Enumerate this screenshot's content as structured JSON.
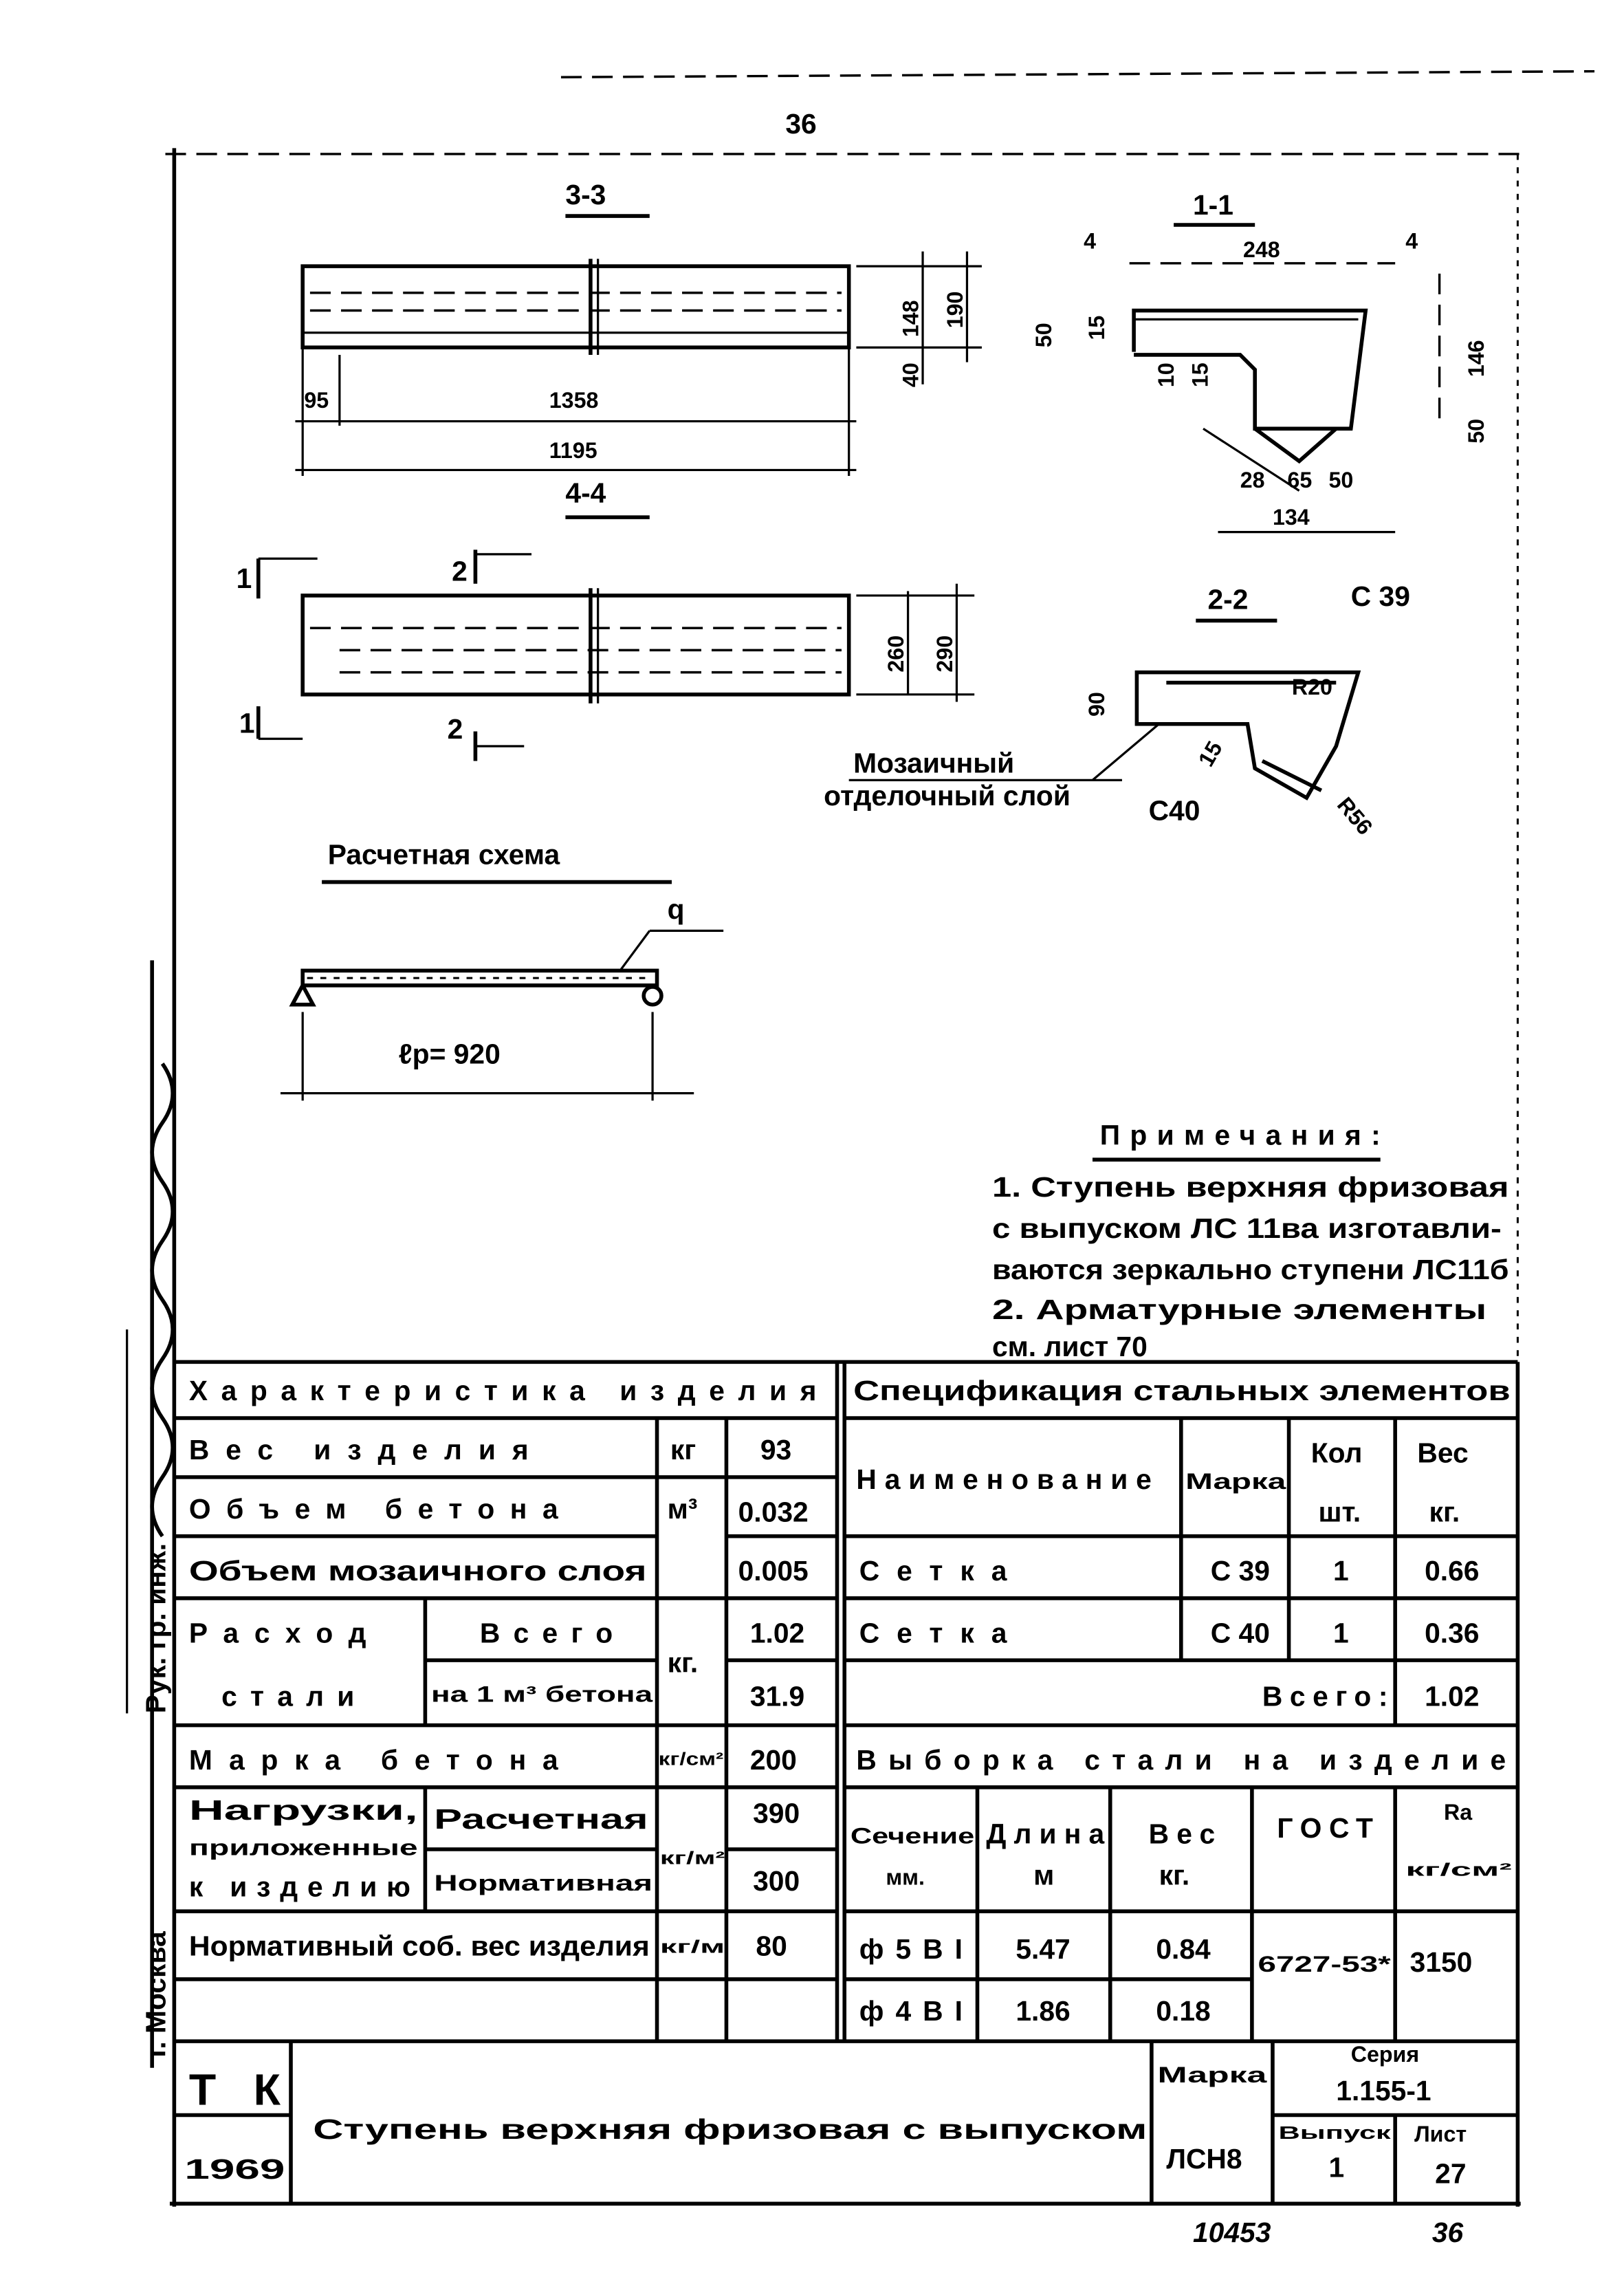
{
  "page_number_top": "36",
  "side_stamp": {
    "city": "т. Москва",
    "role": "Рук. гр. инж."
  },
  "drawings": {
    "section_3_3": {
      "label": "3-3",
      "dims": {
        "d1358": "1358",
        "d1195": "1195",
        "d95": "95",
        "d148": "148",
        "d190": "190",
        "d40": "40"
      }
    },
    "section_4_4": {
      "label": "4-4",
      "dims": {
        "d260": "260",
        "d290": "290"
      },
      "markers": {
        "m1a": "1",
        "m1b": "1",
        "m2a": "2",
        "m2b": "2"
      }
    },
    "section_1_1": {
      "label": "1-1",
      "dims": {
        "d248": "248",
        "d4a": "4",
        "d4b": "4",
        "d50a": "50",
        "d15": "15",
        "d10": "10",
        "d15b": "15",
        "d146": "146",
        "d50b": "50",
        "d28": "28",
        "d65": "65",
        "d50c": "50",
        "d134": "134"
      }
    },
    "section_2_2": {
      "label": "2-2",
      "mark_c39": "С 39",
      "mark_c40": "С40",
      "r20": "R20",
      "r56": "R56",
      "d90": "90",
      "d15": "15"
    },
    "mosaic_label_1": "Мозаичный",
    "mosaic_label_2": "отделочный слой",
    "calc_scheme": {
      "title": "Расчетная схема",
      "load": "q",
      "span": "ℓp= 920"
    }
  },
  "notes": {
    "title": "Примечания:",
    "lines": [
      "1. Ступень верхняя фризовая",
      "с выпуском ЛС 11ва изготавли-",
      "ваются зеркально ступени ЛС11б",
      "2. Арматурные элементы",
      "см. лист 70"
    ]
  },
  "characteristics": {
    "title": "Характеристика изделия",
    "rows": {
      "weight": {
        "label": "Вес изделия",
        "unit": "кг",
        "value": "93"
      },
      "concrete_volume": {
        "label": "Объем бетона",
        "unit": "м³",
        "value": "0.032"
      },
      "mosaic_volume": {
        "label": "Объем мозаичного слоя",
        "value": "0.005"
      },
      "steel": {
        "label_1": "Расход",
        "label_2": "стали",
        "sub_total": "Всего",
        "sub_per_m3": "на 1 м³ бетона",
        "unit": "кг.",
        "total": "1.02",
        "per_m3": "31.9"
      },
      "concrete_grade": {
        "label": "Марка бетона",
        "unit": "кг/см²",
        "value": "200"
      },
      "loads": {
        "label_1": "Нагрузки,",
        "label_2": "приложенные",
        "label_3": "к изделию",
        "design": "Расчетная",
        "normative": "Нормативная",
        "unit": "кг/м²",
        "design_value": "390",
        "normative_value": "300"
      },
      "self_weight": {
        "label": "Нормативный соб. вес изделия",
        "unit": "кг/м",
        "value": "80"
      }
    }
  },
  "specification": {
    "title": "Спецификация стальных элементов",
    "headers": {
      "name": "Наименование",
      "mark": "Марка",
      "qty_1": "Кол",
      "qty_2": "шт.",
      "weight_1": "Вес",
      "weight_2": "кг."
    },
    "rows": [
      {
        "name": "Сетка",
        "mark": "С 39",
        "qty": "1",
        "weight": "0.66"
      },
      {
        "name": "Сетка",
        "mark": "С 40",
        "qty": "1",
        "weight": "0.36"
      }
    ],
    "total_label": "Всего:",
    "total_value": "1.02"
  },
  "steel_selection": {
    "title": "Выборка стали на изделие",
    "headers": {
      "section_1": "Сечение",
      "section_2": "мм.",
      "length_1": "Длина",
      "length_2": "м",
      "weight_1": "Вес",
      "weight_2": "кг.",
      "gost": "ГОСТ",
      "ro_1": "Rа",
      "ro_2": "кг/см²"
    },
    "rows": [
      {
        "section": "ф5ВI",
        "length": "5.47",
        "weight": "0.84"
      },
      {
        "section": "ф4ВI",
        "length": "1.86",
        "weight": "0.18"
      }
    ],
    "gost_value": "6727-53*",
    "ro_value": "3150"
  },
  "title_block": {
    "org": "ТК",
    "year": "1969",
    "title": "Ступень верхняя фризовая с выпуском",
    "mark_label": "Марка",
    "mark_value": "ЛСН8",
    "series_label": "Серия",
    "series_value": "1.155-1",
    "issue_label": "Выпуск",
    "issue_value": "1",
    "sheet_label": "Лист",
    "sheet_value": "27"
  },
  "footer": {
    "archive_number": "10453",
    "page": "36"
  }
}
